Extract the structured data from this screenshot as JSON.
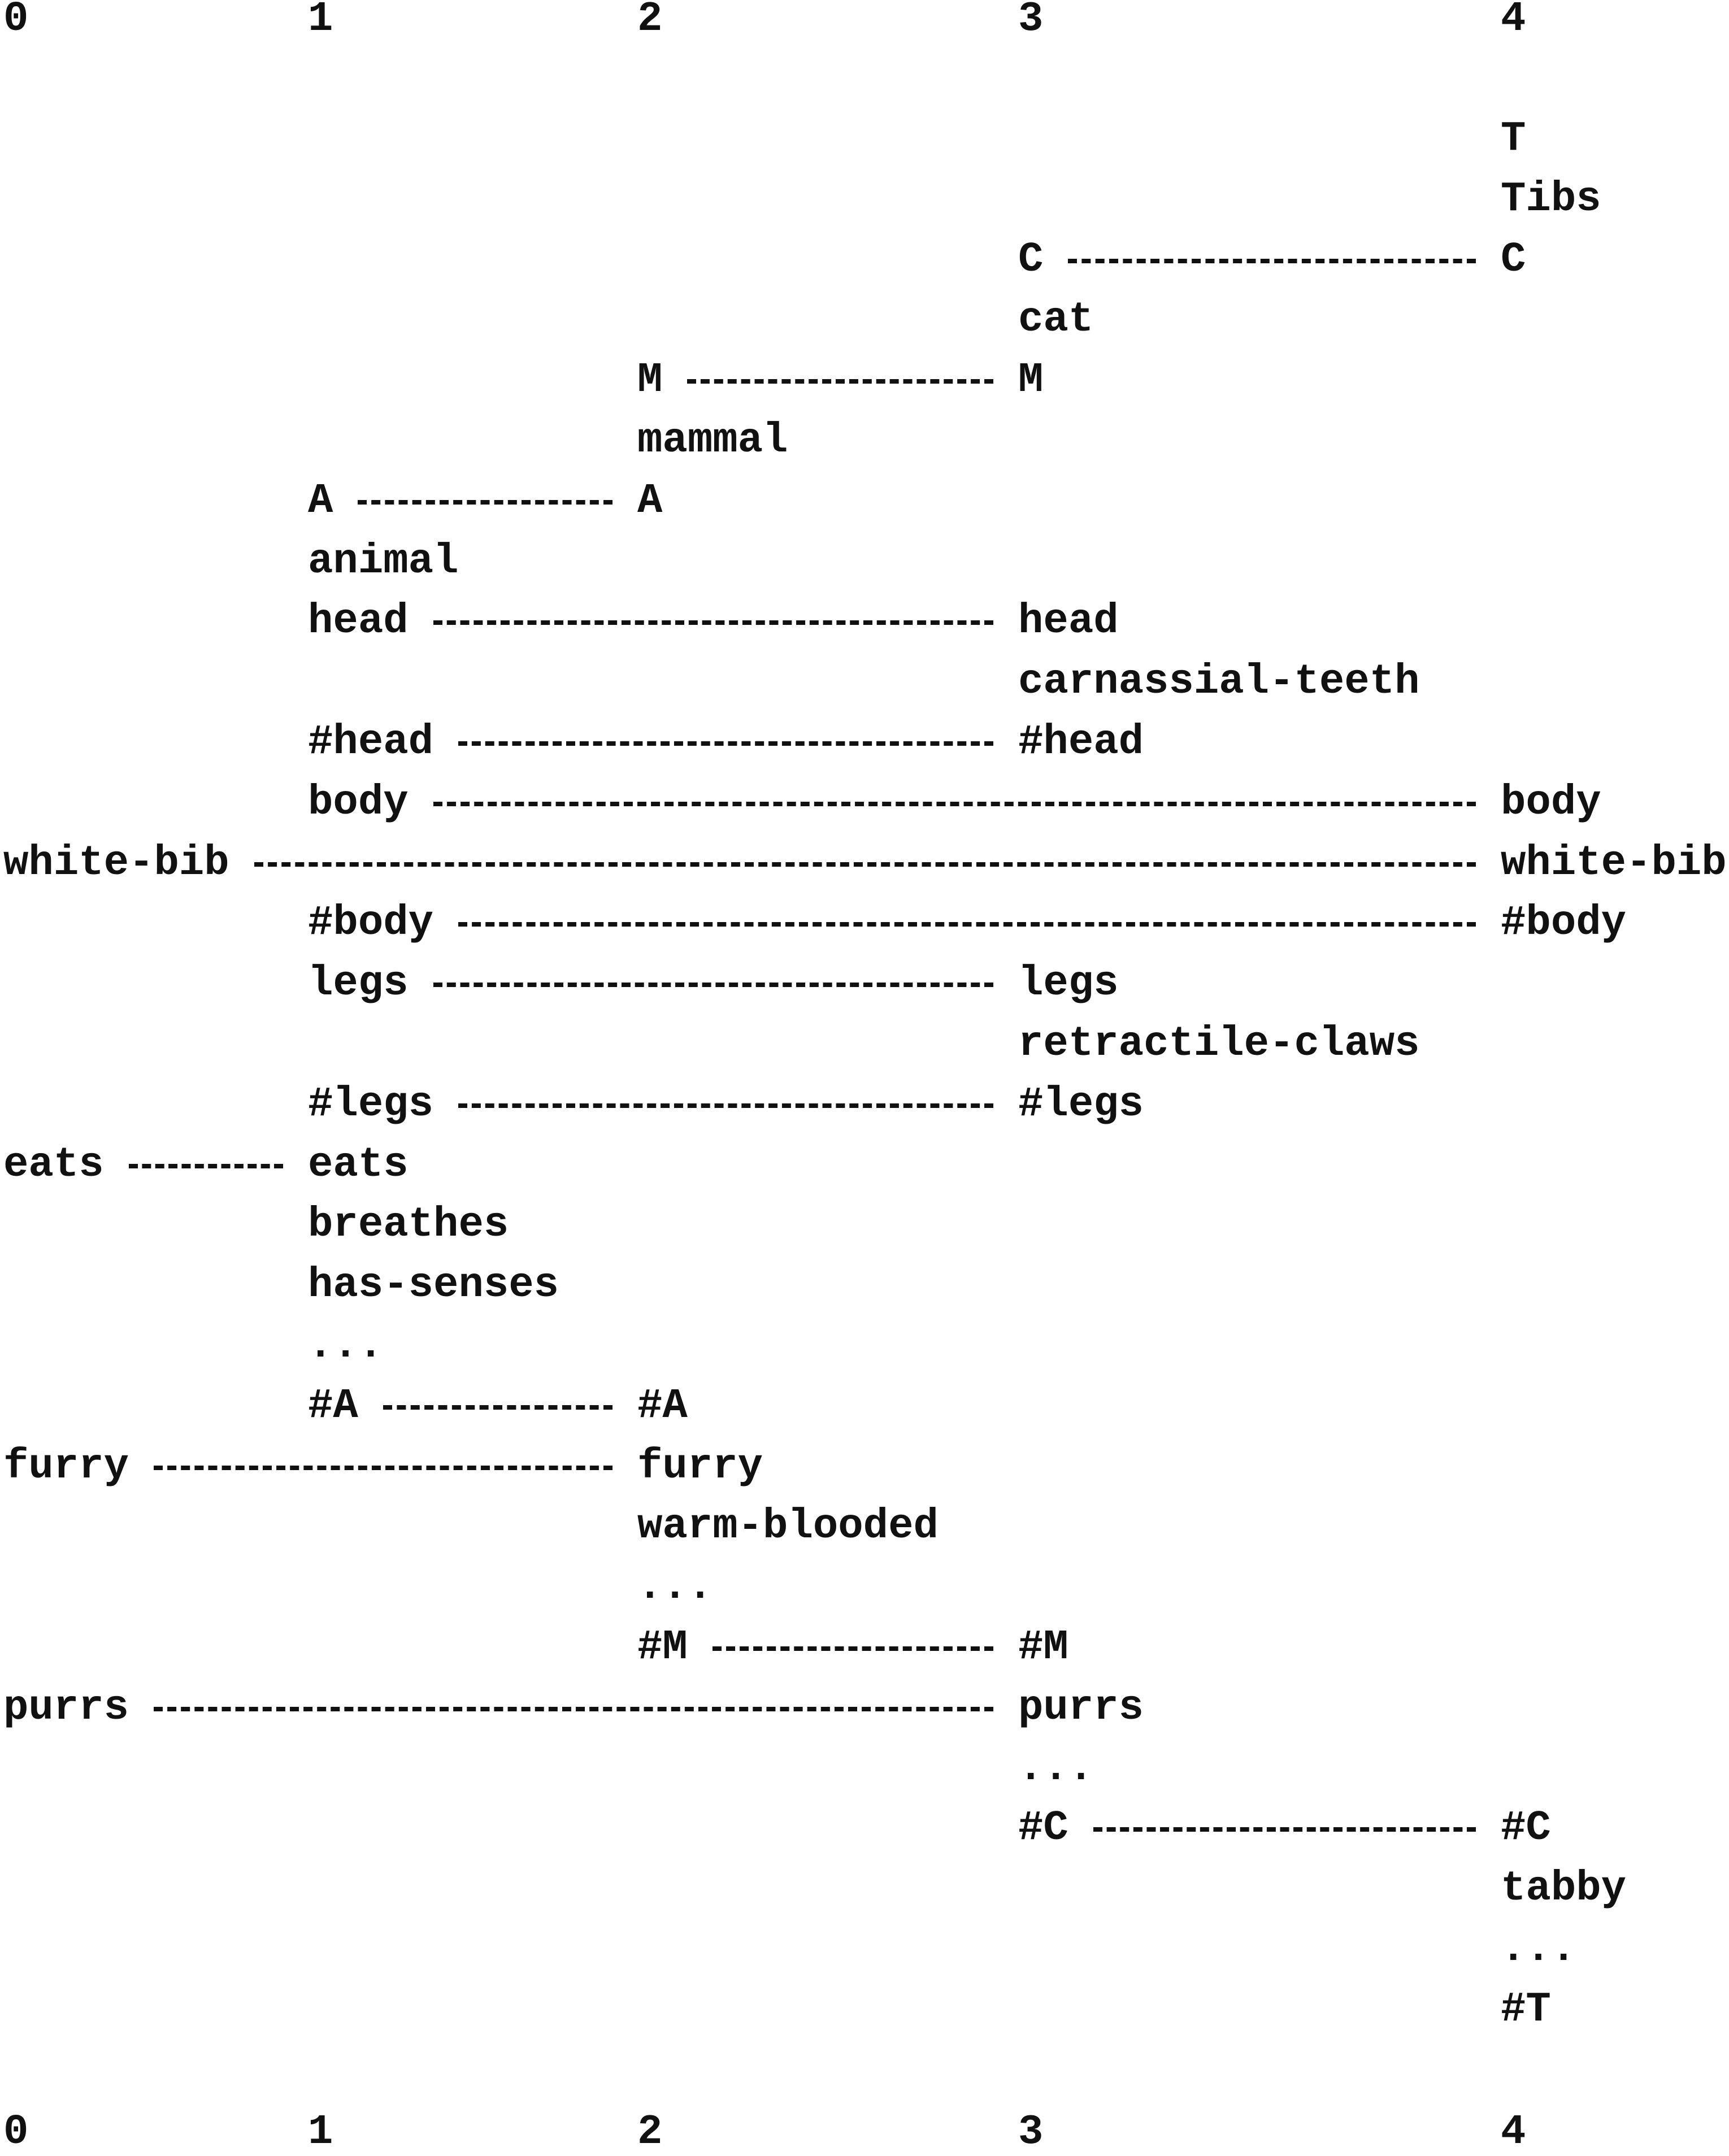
{
  "axis_labels": [
    "0",
    "1",
    "2",
    "3",
    "4"
  ],
  "rows": [
    {
      "items": [
        {
          "col": 4,
          "text": "T"
        }
      ]
    },
    {
      "items": [
        {
          "col": 4,
          "text": "Tibs"
        }
      ]
    },
    {
      "items": [
        {
          "col": 3,
          "text": "C"
        },
        {
          "col": 4,
          "text": "C"
        }
      ],
      "links": [
        [
          3,
          4
        ]
      ]
    },
    {
      "items": [
        {
          "col": 3,
          "text": "cat"
        }
      ]
    },
    {
      "items": [
        {
          "col": 2,
          "text": "M"
        },
        {
          "col": 3,
          "text": "M"
        }
      ],
      "links": [
        [
          2,
          3
        ]
      ]
    },
    {
      "items": [
        {
          "col": 2,
          "text": "mammal"
        }
      ]
    },
    {
      "items": [
        {
          "col": 1,
          "text": "A"
        },
        {
          "col": 2,
          "text": "A"
        }
      ],
      "links": [
        [
          1,
          2
        ]
      ]
    },
    {
      "items": [
        {
          "col": 1,
          "text": "animal"
        }
      ]
    },
    {
      "items": [
        {
          "col": 1,
          "text": "head"
        },
        {
          "col": 3,
          "text": "head"
        }
      ],
      "links": [
        [
          1,
          3
        ]
      ]
    },
    {
      "items": [
        {
          "col": 3,
          "text": "carnassial-teeth"
        }
      ]
    },
    {
      "items": [
        {
          "col": 1,
          "text": "#head"
        },
        {
          "col": 3,
          "text": "#head"
        }
      ],
      "links": [
        [
          1,
          3
        ]
      ]
    },
    {
      "items": [
        {
          "col": 1,
          "text": "body"
        },
        {
          "col": 4,
          "text": "body"
        }
      ],
      "links": [
        [
          1,
          4
        ]
      ]
    },
    {
      "items": [
        {
          "col": 0,
          "text": "white-bib"
        },
        {
          "col": 4,
          "text": "white-bib"
        }
      ],
      "links": [
        [
          0,
          4
        ]
      ]
    },
    {
      "items": [
        {
          "col": 1,
          "text": "#body"
        },
        {
          "col": 4,
          "text": "#body"
        }
      ],
      "links": [
        [
          1,
          4
        ]
      ]
    },
    {
      "items": [
        {
          "col": 1,
          "text": "legs"
        },
        {
          "col": 3,
          "text": "legs"
        }
      ],
      "links": [
        [
          1,
          3
        ]
      ]
    },
    {
      "items": [
        {
          "col": 3,
          "text": "retractile-claws"
        }
      ]
    },
    {
      "items": [
        {
          "col": 1,
          "text": "#legs"
        },
        {
          "col": 3,
          "text": "#legs"
        }
      ],
      "links": [
        [
          1,
          3
        ]
      ]
    },
    {
      "items": [
        {
          "col": 0,
          "text": "eats"
        },
        {
          "col": 1,
          "text": "eats"
        }
      ],
      "links": [
        [
          0,
          1
        ]
      ]
    },
    {
      "items": [
        {
          "col": 1,
          "text": "breathes"
        }
      ]
    },
    {
      "items": [
        {
          "col": 1,
          "text": "has-senses"
        }
      ]
    },
    {
      "items": [
        {
          "col": 1,
          "text": "..."
        }
      ]
    },
    {
      "items": [
        {
          "col": 1,
          "text": "#A"
        },
        {
          "col": 2,
          "text": "#A"
        }
      ],
      "links": [
        [
          1,
          2
        ]
      ]
    },
    {
      "items": [
        {
          "col": 0,
          "text": "furry"
        },
        {
          "col": 2,
          "text": "furry"
        }
      ],
      "links": [
        [
          0,
          2
        ]
      ]
    },
    {
      "items": [
        {
          "col": 2,
          "text": "warm-blooded"
        }
      ]
    },
    {
      "items": [
        {
          "col": 2,
          "text": "..."
        }
      ]
    },
    {
      "items": [
        {
          "col": 2,
          "text": "#M"
        },
        {
          "col": 3,
          "text": "#M"
        }
      ],
      "links": [
        [
          2,
          3
        ]
      ]
    },
    {
      "items": [
        {
          "col": 0,
          "text": "purrs"
        },
        {
          "col": 3,
          "text": "purrs"
        }
      ],
      "links": [
        [
          0,
          3
        ]
      ]
    },
    {
      "items": [
        {
          "col": 3,
          "text": "..."
        }
      ]
    },
    {
      "items": [
        {
          "col": 3,
          "text": "#C"
        },
        {
          "col": 4,
          "text": "#C"
        }
      ],
      "links": [
        [
          3,
          4
        ]
      ]
    },
    {
      "items": [
        {
          "col": 4,
          "text": "tabby"
        }
      ]
    },
    {
      "items": [
        {
          "col": 4,
          "text": "..."
        }
      ]
    },
    {
      "items": [
        {
          "col": 4,
          "text": "#T"
        }
      ]
    }
  ]
}
